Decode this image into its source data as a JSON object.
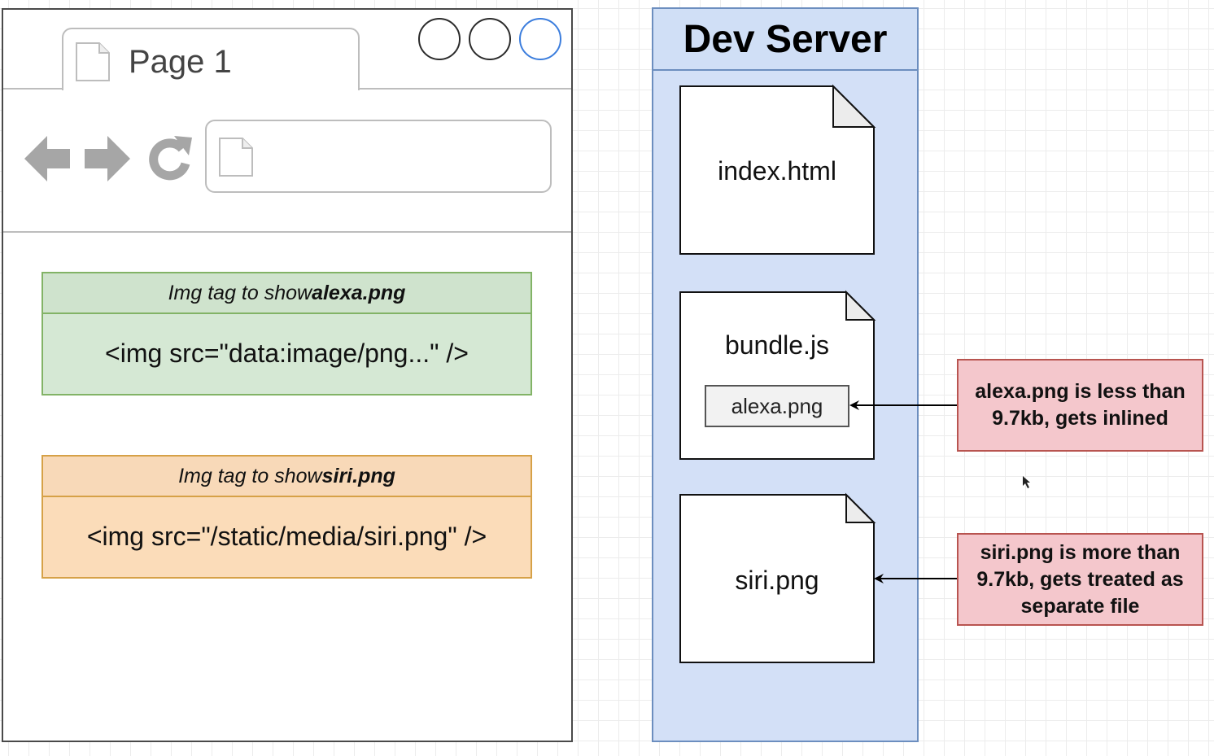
{
  "browser": {
    "tab_label": "Page 1",
    "icons": [
      "page-icon",
      "back-arrow-icon",
      "forward-arrow-icon",
      "reload-icon",
      "page-icon"
    ],
    "blocks": [
      {
        "title_prefix": "Img tag to show ",
        "title_file": "alexa.png",
        "code": "<img src=\"data:image/png...\" />",
        "color": "#d5e8d4"
      },
      {
        "title_prefix": "Img tag to show ",
        "title_file": "siri.png",
        "code": "<img src=\"/static/media/siri.png\" />",
        "color": "#fbdcb9"
      }
    ]
  },
  "server": {
    "title": "Dev Server",
    "color": "#d3e0f7",
    "files": [
      {
        "name": "index.html"
      },
      {
        "name": "bundle.js",
        "inner": "alexa.png"
      },
      {
        "name": "siri.png"
      }
    ]
  },
  "notes": [
    {
      "text": "alexa.png is less than 9.7kb, gets inlined",
      "color": "#f4c7cc"
    },
    {
      "text": "siri.png is more than 9.7kb, gets treated as separate file",
      "color": "#f4c7cc"
    }
  ]
}
